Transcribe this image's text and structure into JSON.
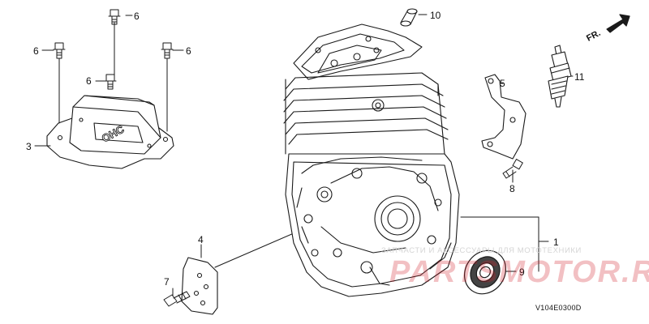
{
  "diagram": {
    "direction_label": "FR.",
    "diagram_code": "V104E0300D",
    "watermark": {
      "brand": "PARTSMOTOR.RU",
      "tagline": "ЗАПЧАСТИ И АКСЕССУАРЫ ДЛЯ МОТОТЕХНИКИ"
    },
    "callouts": [
      {
        "id": "c1",
        "label": "1"
      },
      {
        "id": "c3",
        "label": "3"
      },
      {
        "id": "c4",
        "label": "4"
      },
      {
        "id": "c5",
        "label": "5"
      },
      {
        "id": "c6a",
        "label": "6"
      },
      {
        "id": "c6b",
        "label": "6"
      },
      {
        "id": "c6c",
        "label": "6"
      },
      {
        "id": "c6d",
        "label": "6"
      },
      {
        "id": "c7",
        "label": "7"
      },
      {
        "id": "c8",
        "label": "8"
      },
      {
        "id": "c9",
        "label": "9"
      },
      {
        "id": "c10",
        "label": "10"
      },
      {
        "id": "c11",
        "label": "11"
      }
    ],
    "colors": {
      "line": "#1a1a1a",
      "watermark": "#d21e28"
    }
  }
}
